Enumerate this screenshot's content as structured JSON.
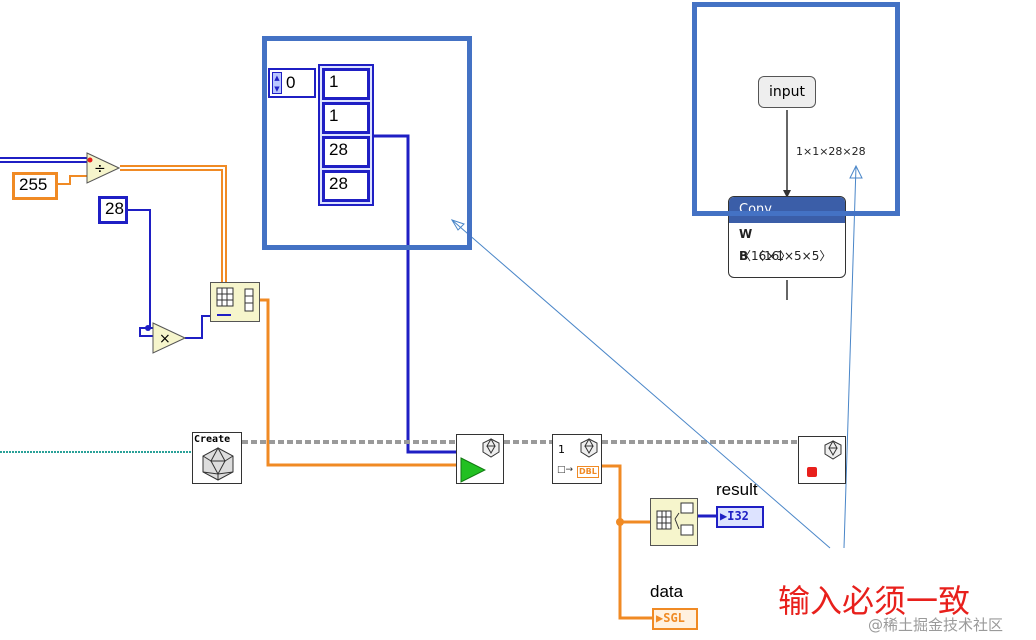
{
  "constants": {
    "c255": "255",
    "c28": "28"
  },
  "array": {
    "index": "0",
    "values": [
      "1",
      "1",
      "28",
      "28"
    ]
  },
  "nodes": {
    "create_label": "Create",
    "index_label": "1",
    "dbl_label": "DBL"
  },
  "indicators": {
    "result_label": "result",
    "result_type": "I32",
    "data_label": "data",
    "data_type": "SGL"
  },
  "netron": {
    "input_label": "input",
    "shape_label": "1×1×28×28",
    "conv_title": "Conv",
    "w_key": "W",
    "w_val": "〈16×1×5×5〉",
    "b_key": "B",
    "b_val": "〈16〉"
  },
  "annotation": {
    "text": "输入必须一致",
    "color": "#e8201c"
  },
  "watermark": "@稀土掘金技术社区",
  "colors": {
    "highlight_box": "#4472c4",
    "int_wire": "#1f1fc4",
    "float_wire": "#f08a24",
    "dbl_wire": "#f08a24",
    "teal_wire": "#2aa198",
    "ref_wire": "#9a9a9a"
  }
}
